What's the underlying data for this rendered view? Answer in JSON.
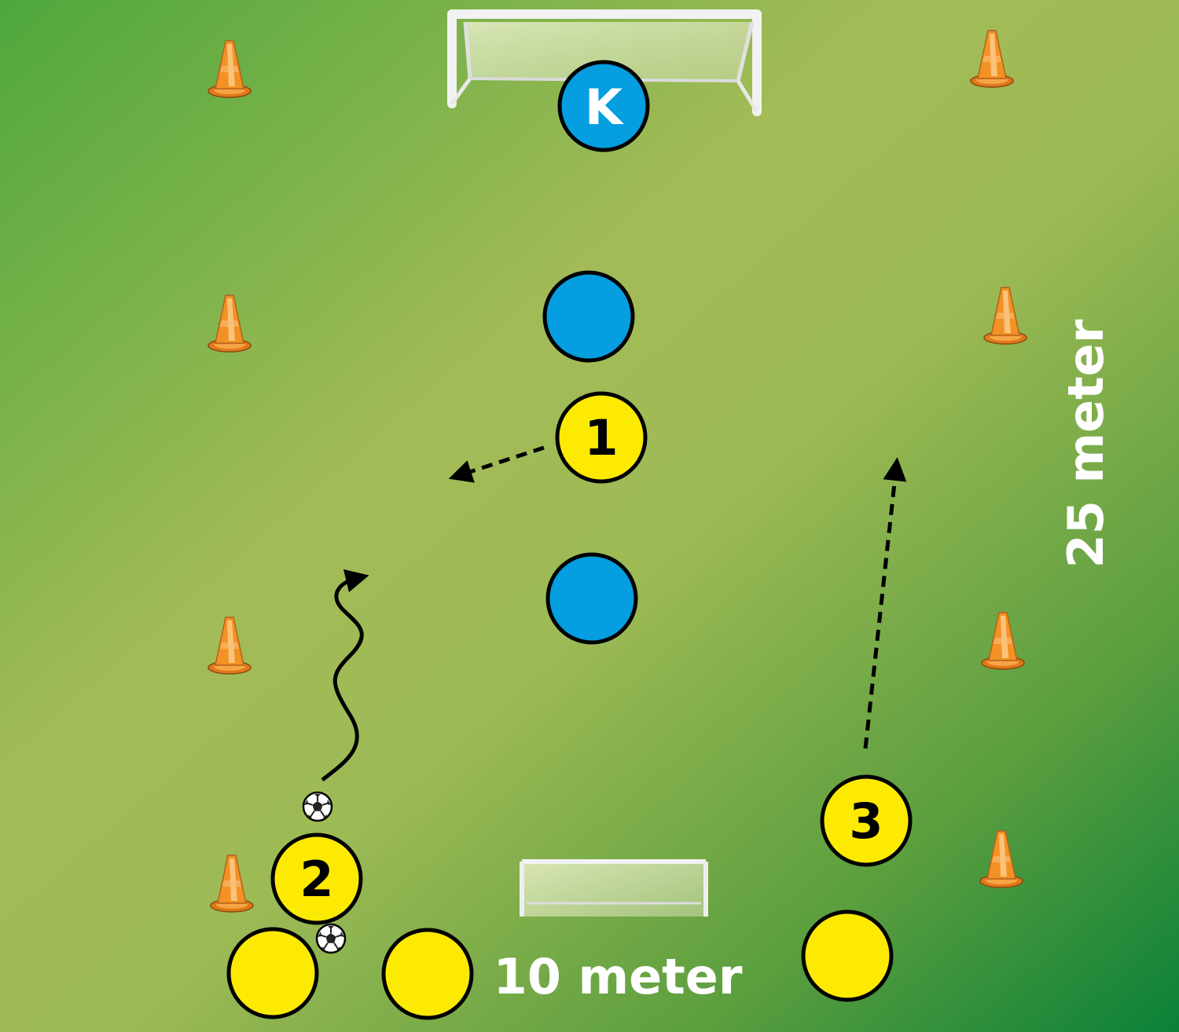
{
  "diagram": {
    "keeper_label": "K",
    "player_labels": {
      "p1": "1",
      "p2": "2",
      "p3": "3"
    },
    "dimension_width": "10 meter",
    "dimension_length": "25 meter"
  },
  "colors": {
    "grass_dark": "#2f9640",
    "grass_light": "#a6bd58",
    "team_blue": "#049ee1",
    "team_yellow": "#fdea02",
    "cone_orange": "#f39124",
    "label_white": "#ffffff"
  },
  "icons": [
    "cone-icon",
    "goal-icon",
    "ball-icon"
  ]
}
